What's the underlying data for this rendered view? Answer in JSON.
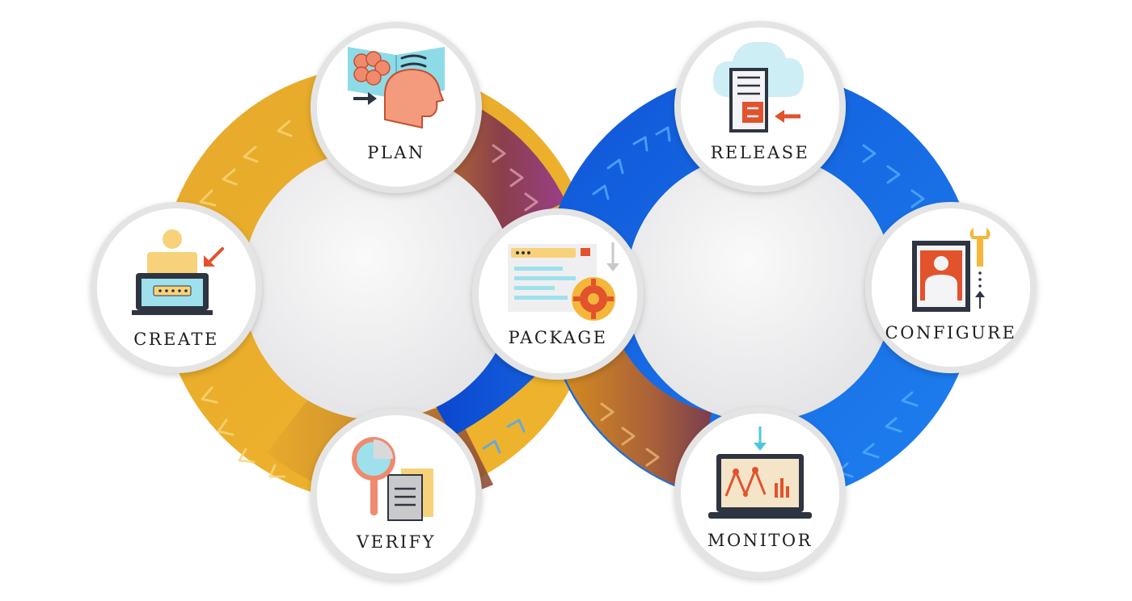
{
  "diagram": {
    "stages": [
      {
        "id": "plan",
        "label": "PLAN",
        "icon": "brain-head-book-icon"
      },
      {
        "id": "create",
        "label": "CREATE",
        "icon": "person-laptop-icon"
      },
      {
        "id": "verify",
        "label": "VERIFY",
        "icon": "magnifier-document-icon"
      },
      {
        "id": "package",
        "label": "PACKAGE",
        "icon": "browser-gear-icon"
      },
      {
        "id": "release",
        "label": "RELEASE",
        "icon": "cloud-document-icon"
      },
      {
        "id": "configure",
        "label": "CONFIGURE",
        "icon": "profile-wrench-icon"
      },
      {
        "id": "monitor",
        "label": "MONITOR",
        "icon": "laptop-chart-icon"
      }
    ],
    "colors": {
      "loop_left": "#E9AE2C",
      "loop_right": "#1C6FE8",
      "transition": "#8A3F5A",
      "node_bg": "#FFFFFF",
      "node_border": "#E3E3E3",
      "inner_disc": "#EDEDEE"
    }
  }
}
